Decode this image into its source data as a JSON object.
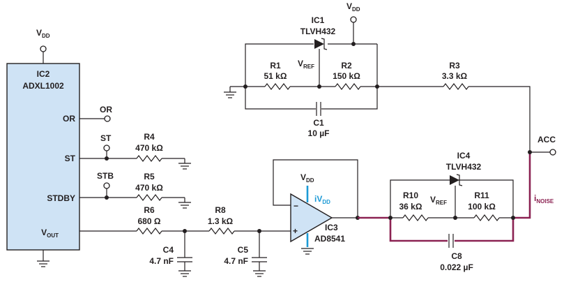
{
  "colors": {
    "ink": "#231f20",
    "chip_fill": "#cfe3f5",
    "opamp_fill": "#cfe3f5",
    "noise_path": "#8b2252",
    "supply_current": "#1c9ad6"
  },
  "ic2": {
    "ref": "IC2",
    "part": "ADXL1002",
    "vdd": "V",
    "vdd_sub": "DD",
    "pins": {
      "or": "OR",
      "st": "ST",
      "stdby": "STDBY",
      "vout": "V",
      "vout_sub": "OUT"
    }
  },
  "nets": {
    "or": "OR",
    "st": "ST",
    "stb": "STB",
    "acc": "ACC"
  },
  "ic1": {
    "ref": "IC1",
    "part": "TLVH432",
    "vref": "V",
    "vref_sub": "REF",
    "vdd": "V",
    "vdd_sub": "DD"
  },
  "ic3": {
    "ref": "IC3",
    "part": "AD8541",
    "vdd": "V",
    "vdd_sub": "DD",
    "minus": "−",
    "plus": "+",
    "current": "iV",
    "current_sub": "DD"
  },
  "ic4": {
    "ref": "IC4",
    "part": "TLVH432",
    "vref": "V",
    "vref_sub": "REF"
  },
  "resistors": {
    "r1": {
      "ref": "R1",
      "value": "51 kΩ"
    },
    "r2": {
      "ref": "R2",
      "value": "150 kΩ"
    },
    "r3": {
      "ref": "R3",
      "value": "3.3 kΩ"
    },
    "r4": {
      "ref": "R4",
      "value": "470 kΩ"
    },
    "r5": {
      "ref": "R5",
      "value": "470 kΩ"
    },
    "r6": {
      "ref": "R6",
      "value": "680 Ω"
    },
    "r8": {
      "ref": "R8",
      "value": "1.3 kΩ"
    },
    "r10": {
      "ref": "R10",
      "value": "36 kΩ"
    },
    "r11": {
      "ref": "R11",
      "value": "100 kΩ"
    }
  },
  "capacitors": {
    "c1": {
      "ref": "C1",
      "value": "10 µF"
    },
    "c4": {
      "ref": "C4",
      "value": "4.7 nF"
    },
    "c5": {
      "ref": "C5",
      "value": "4.7 nF"
    },
    "c8": {
      "ref": "C8",
      "value": "0.022 µF"
    }
  },
  "noise": {
    "label": "i",
    "label_sub": "NOISE"
  }
}
